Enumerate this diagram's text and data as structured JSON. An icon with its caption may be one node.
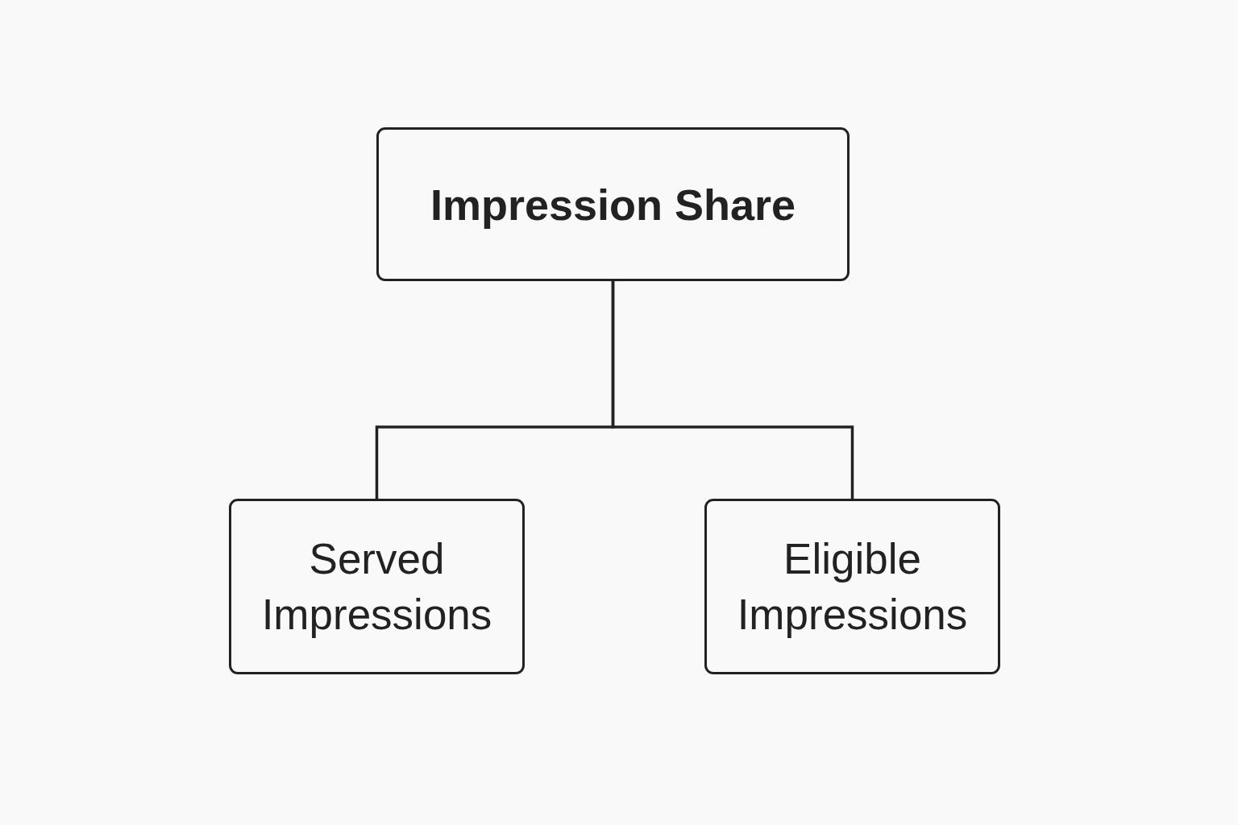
{
  "diagram": {
    "nodes": [
      {
        "text": [
          "Impression Share"
        ]
      },
      {
        "text": [
          "Served Impressions"
        ]
      },
      {
        "text": [
          "Eligible Impressions"
        ]
      }
    ],
    "edges": [
      {
        "from": 0,
        "to": 1,
        "arrow": "none"
      },
      {
        "from": 0,
        "to": 2,
        "arrow": "none"
      }
    ]
  }
}
